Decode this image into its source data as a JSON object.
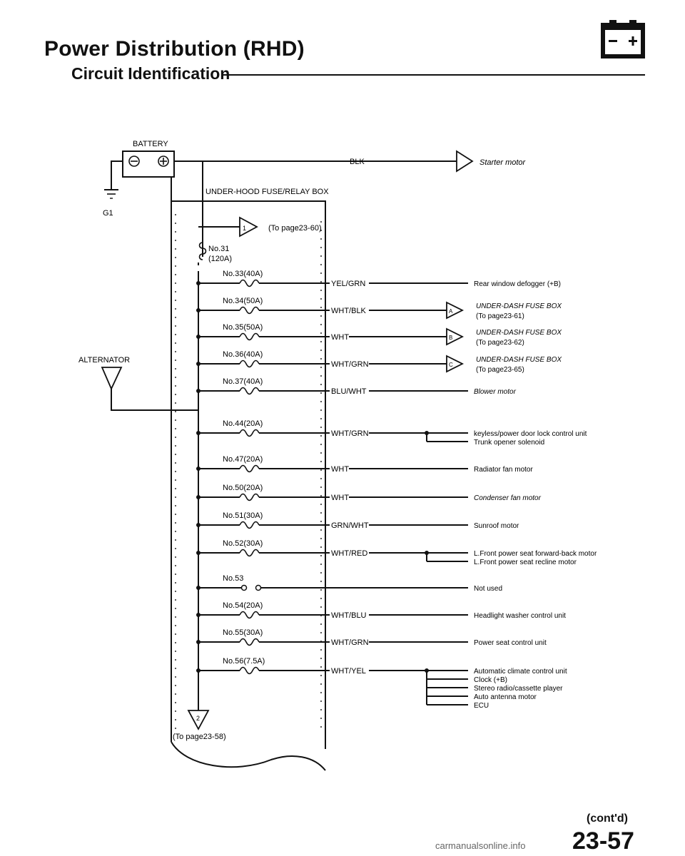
{
  "header": {
    "title": "Power Distribution (RHD)",
    "subtitle": "Circuit Identification",
    "icon": "battery-icon"
  },
  "diagram": {
    "battery_label": "BATTERY",
    "ground_label": "G1",
    "alternator_label": "ALTERNATOR",
    "box_label": "UNDER-HOOD FUSE/RELAY BOX",
    "starter_wire": "BLK",
    "starter_dest": "Starter motor",
    "connector1_num": "1",
    "connector1_ref": "(To page23-60)",
    "main_fuse": [
      "No.31",
      "(120A)"
    ],
    "connector2_num": "2",
    "connector2_ref": "(To page23-58)",
    "fuses": [
      {
        "label": "No.33(40A)",
        "wire": "YEL/GRN",
        "dest": [
          "Rear window defogger (+B)"
        ]
      },
      {
        "label": "No.34(50A)",
        "wire": "WHT/BLK",
        "conn": "A",
        "dest": [
          "UNDER-DASH FUSE BOX",
          "(To page23-61)"
        ]
      },
      {
        "label": "No.35(50A)",
        "wire": "WHT",
        "conn": "B",
        "dest": [
          "UNDER-DASH FUSE BOX",
          "(To page23-62)"
        ]
      },
      {
        "label": "No.36(40A)",
        "wire": "WHT/GRN",
        "conn": "C",
        "dest": [
          "UNDER-DASH FUSE BOX",
          "(To page23-65)"
        ]
      },
      {
        "label": "No.37(40A)",
        "wire": "BLU/WHT",
        "dest": [
          "Blower motor"
        ]
      },
      {
        "label": "No.44(20A)",
        "wire": "WHT/GRN",
        "dest": [
          "keyless/power door lock control unit",
          "Trunk opener solenoid"
        ]
      },
      {
        "label": "No.47(20A)",
        "wire": "WHT",
        "dest": [
          "Radiator fan motor"
        ]
      },
      {
        "label": "No.50(20A)",
        "wire": "WHT",
        "dest": [
          "Condenser fan motor"
        ]
      },
      {
        "label": "No.51(30A)",
        "wire": "GRN/WHT",
        "dest": [
          "Sunroof motor"
        ]
      },
      {
        "label": "No.52(30A)",
        "wire": "WHT/RED",
        "dest": [
          "L.Front power seat forward-back motor",
          "L.Front power seat recline motor"
        ]
      },
      {
        "label": "No.53",
        "wire": "",
        "dest": [
          "Not used"
        ]
      },
      {
        "label": "No.54(20A)",
        "wire": "WHT/BLU",
        "dest": [
          "Headlight washer control unit"
        ]
      },
      {
        "label": "No.55(30A)",
        "wire": "WHT/GRN",
        "dest": [
          "Power seat control unit"
        ]
      },
      {
        "label": "No.56(7.5A)",
        "wire": "WHT/YEL",
        "dest": [
          "Automatic climate control unit",
          "Clock (+B)",
          "Stereo radio/cassette player",
          "Auto antenna motor",
          "ECU"
        ]
      }
    ]
  },
  "footer": {
    "cont": "(cont'd)",
    "page": "23-57",
    "watermark": "carmanualsonline.info"
  }
}
